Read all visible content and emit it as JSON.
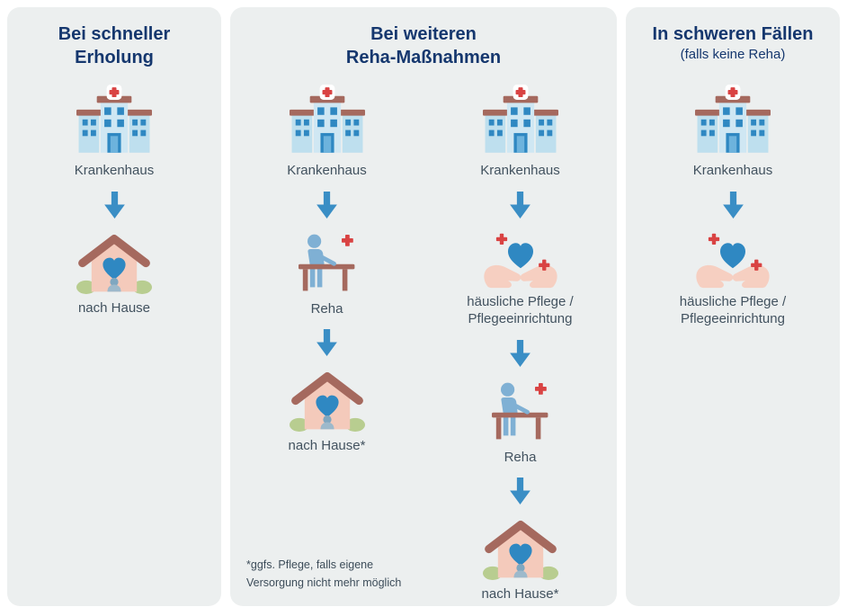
{
  "colors": {
    "panel_background": "#ecefef",
    "title_navy": "#15376e",
    "body_text": "#42525f",
    "arrow_blue": "#3a8ec5",
    "heart_blue": "#2f88c2",
    "roof_brown": "#a5695e",
    "cross_red": "#d94343",
    "house_salmon": "#f4cabb",
    "hand_pink": "#f6cfc1",
    "bush_green": "#b8cd90",
    "person_blue": "#7fb0d4"
  },
  "icons": {
    "hospital": "hospital-icon",
    "arrow": "arrow-down-icon",
    "house": "home-icon",
    "hands_heart": "care-hands-heart-icon",
    "reha": "reha-walking-bars-icon"
  },
  "panel_quick": {
    "title_line1": "Bei schneller",
    "title_line2": "Erholung",
    "hospital_label": "Krankenhaus",
    "home_label": "nach Hause"
  },
  "panel_reha": {
    "title_line1": "Bei weiteren",
    "title_line2": "Reha-Maßnahmen",
    "col_direct": {
      "hospital_label": "Krankenhaus",
      "reha_label": "Reha",
      "home_label": "nach Hause*"
    },
    "col_care": {
      "hospital_label": "Krankenhaus",
      "care_label_line1": "häusliche Pflege /",
      "care_label_line2": "Pflegeeinrichtung",
      "reha_label": "Reha",
      "home_label": "nach Hause*"
    },
    "footnote_line1": "*ggfs. Pflege, falls eigene",
    "footnote_line2": "Versorgung nicht mehr möglich"
  },
  "panel_severe": {
    "title_line1": "In schweren Fällen",
    "subtitle": "(falls keine Reha)",
    "hospital_label": "Krankenhaus",
    "care_label_line1": "häusliche Pflege /",
    "care_label_line2": "Pflegeeinrichtung"
  }
}
